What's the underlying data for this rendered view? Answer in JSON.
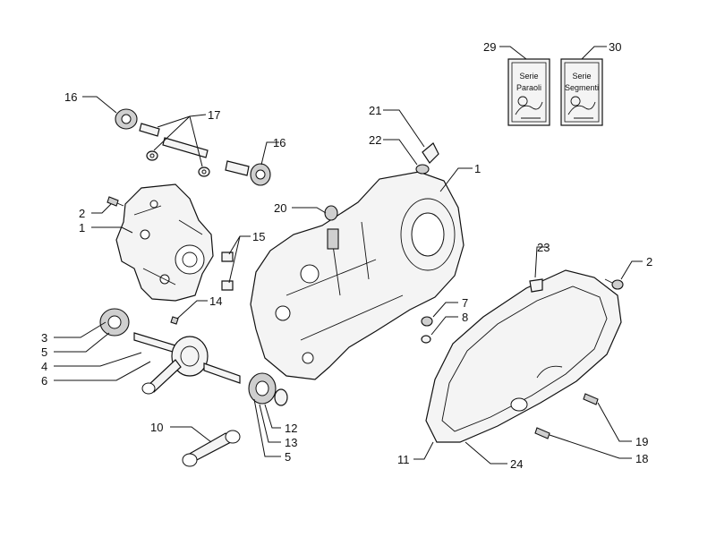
{
  "callouts": {
    "c1a": "1",
    "c1b": "1",
    "c2a": "2",
    "c2b": "2",
    "c3": "3",
    "c4": "4",
    "c5a": "5",
    "c5b": "5",
    "c6": "6",
    "c7": "7",
    "c8": "8",
    "c10": "10",
    "c11": "11",
    "c12": "12",
    "c13": "13",
    "c14": "14",
    "c15": "15",
    "c16a": "16",
    "c16b": "16",
    "c17": "17",
    "c18": "18",
    "c19": "19",
    "c20": "20",
    "c21": "21",
    "c22": "22",
    "c23": "23",
    "c24": "24",
    "c29": "29",
    "c30": "30"
  },
  "kits": {
    "oil_seal": {
      "line1": "Serie",
      "line2": "Paraoli"
    },
    "segments": {
      "line1": "Serie",
      "line2": "Segmenti"
    }
  }
}
